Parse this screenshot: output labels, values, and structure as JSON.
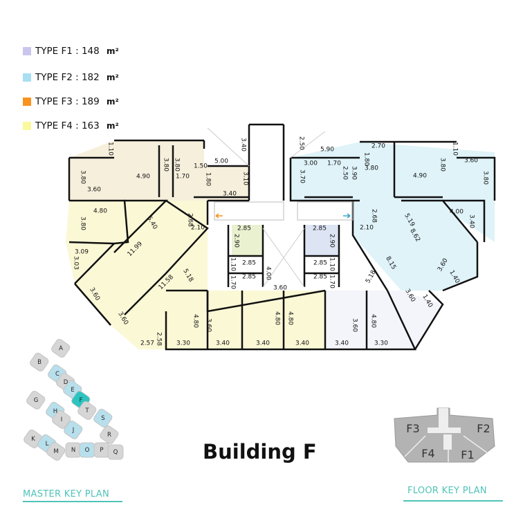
{
  "legend": [
    {
      "label": "TYPE F1 : 148",
      "unit": "m²",
      "color": "#c9c6ee"
    },
    {
      "label": "TYPE F2 : 182",
      "unit": "m²",
      "color": "#a9def3"
    },
    {
      "label": "TYPE F3 : 189",
      "unit": "m²",
      "color": "#f7931e"
    },
    {
      "label": "TYPE F4 : 163",
      "unit": "m²",
      "color": "#fafa9c"
    }
  ],
  "plan": {
    "dimensions": [
      "1.10",
      "3.80",
      "4.90",
      "3.80",
      "1.70",
      "1.50",
      "1.80",
      "5.00",
      "3.10",
      "3.40",
      "3.40",
      "3.80",
      "3.60",
      "4.80",
      "3.80",
      "5.40",
      "2.68",
      "2.10",
      "2.85",
      "2.90",
      "3.09",
      "3.03",
      "11.99",
      "5.18",
      "11.58",
      "3.60",
      "3.60",
      "2.85",
      "1.10",
      "2.85",
      "1.70",
      "4.00",
      "3.60",
      "4.80",
      "3.60",
      "4.80",
      "2.58",
      "2.57",
      "3.30",
      "3.40",
      "3.40",
      "2.50",
      "5.90",
      "2.70",
      "1.80",
      "1.10",
      "3.00",
      "1.70",
      "2.50",
      "3.80",
      "3.90",
      "3.70",
      "4.90",
      "3.80",
      "3.60",
      "3.80",
      "4.00",
      "3.40",
      "2.68",
      "2.10",
      "5.19",
      "8.62",
      "2.85",
      "2.90",
      "8.15",
      "5.18",
      "3.60",
      "1.40",
      "2.85",
      "1.10",
      "2.85",
      "1.70",
      "3.60",
      "1.40",
      "4.80",
      "3.60",
      "4.80",
      "3.40",
      "3.40",
      "3.30"
    ],
    "colors": {
      "wall": "#111111",
      "f4_zone": "#fbf8d6",
      "f3_zone": "#f6efdc",
      "f2_zone": "#dff3f8",
      "f1_zone": "#f4f4fb"
    }
  },
  "title": "Building F",
  "master_key_plan": {
    "label": "MASTER KEY PLAN",
    "buildings": [
      "A",
      "B",
      "C",
      "D",
      "E",
      "F",
      "G",
      "H",
      "I",
      "J",
      "K",
      "L",
      "M",
      "N",
      "O",
      "P",
      "Q",
      "R",
      "S",
      "T"
    ],
    "highlighted": "F",
    "highlight_color": "#2cc4c0"
  },
  "floor_key_plan": {
    "label": "FLOOR KEY PLAN",
    "units": [
      "F3",
      "F2",
      "F4",
      "F1"
    ]
  },
  "accent_color": "#4fc3b8"
}
